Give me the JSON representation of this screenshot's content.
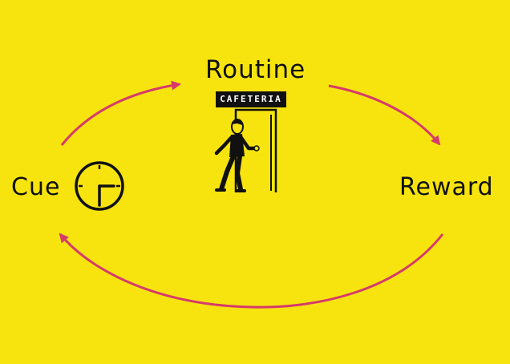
{
  "diagram": {
    "background_color": "#f7e40f",
    "arrow_color": "#d63a6a",
    "ink_color": "#111111",
    "nodes": {
      "routine": "Routine",
      "cue": "Cue",
      "reward": "Reward"
    },
    "sign_text": "CAFETERIA",
    "icons": [
      "clock-icon",
      "person-walking-icon",
      "doorway-icon"
    ],
    "clock": {
      "hour": 6,
      "minute": 15
    },
    "cycle": [
      "Cue",
      "Routine",
      "Reward",
      "Cue"
    ]
  }
}
